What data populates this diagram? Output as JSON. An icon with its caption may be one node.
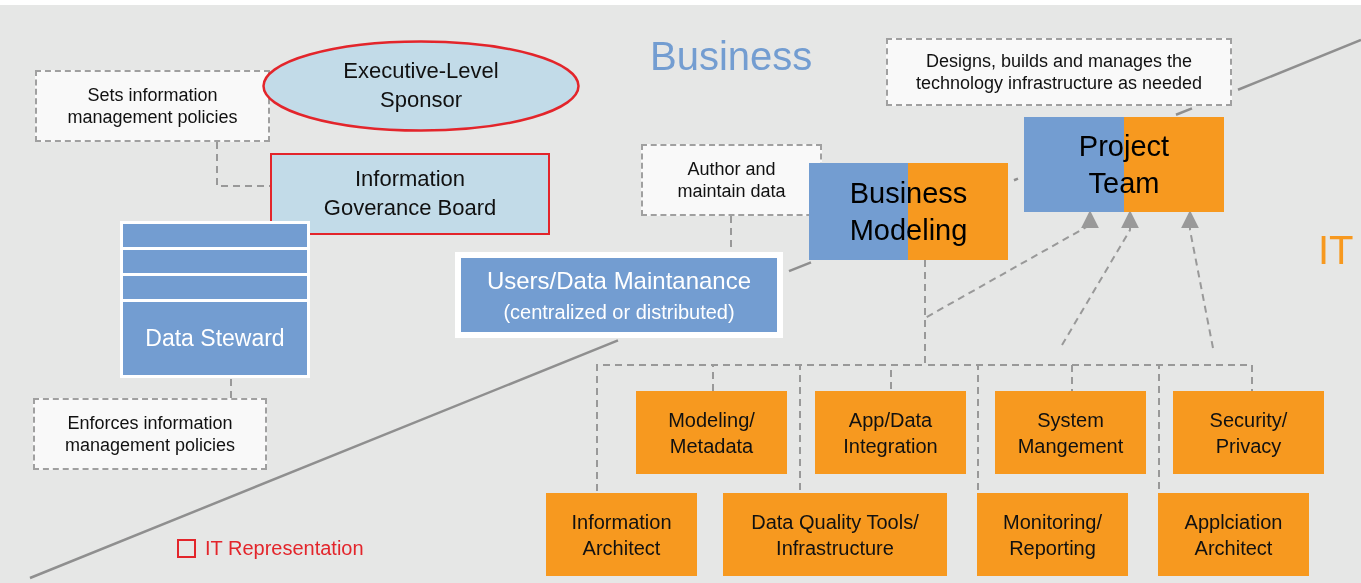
{
  "diagram": {
    "nodes": [
      {
        "text": [
          "Sets information management policies"
        ]
      },
      {
        "text": [
          "Executive-Level Sponsor"
        ]
      },
      {
        "text": [
          "Information Goverance Board"
        ]
      },
      {
        "text": [],
        "shape": "box"
      },
      {
        "text": [],
        "shape": "box"
      },
      {
        "text": [],
        "shape": "box"
      },
      {
        "text": [
          "Data Steward"
        ]
      },
      {
        "text": [
          "Enforces information management policies"
        ]
      },
      {
        "text": [
          "Author and maintain data"
        ]
      },
      {
        "text": [
          "Users/Data Maintanance",
          "(centralized or distributed)"
        ]
      },
      {
        "text": [
          "Business Modeling"
        ]
      },
      {
        "text": [
          "Designs, builds and manages the technology infrastructure as needed"
        ]
      },
      {
        "text": [
          "Project Team"
        ]
      },
      {
        "text": [
          "Modeling/ Metadata"
        ]
      },
      {
        "text": [
          "App/Data Integration"
        ]
      },
      {
        "text": [
          "System Mangement"
        ]
      },
      {
        "text": [
          "Security/ Privacy"
        ]
      },
      {
        "text": [
          "Information Architect"
        ]
      },
      {
        "text": [
          "Data Quality Tools/ Infrastructure"
        ]
      },
      {
        "text": [
          "Monitoring/ Reporting"
        ]
      },
      {
        "text": [
          "Applciation Architect"
        ]
      }
    ],
    "edges": [
      {
        "from": 0,
        "to": 2,
        "arrow": "none",
        "style": "dashed"
      },
      {
        "from": 7,
        "to": 6,
        "arrow": "none",
        "style": "dashed"
      },
      {
        "from": 8,
        "to": 9,
        "arrow": "none",
        "style": "dashed"
      },
      {
        "from": 10,
        "to": 17,
        "arrow": "none",
        "style": "dashed"
      },
      {
        "from": 10,
        "to": 13,
        "arrow": "none",
        "style": "dashed"
      },
      {
        "from": 10,
        "to": 18,
        "arrow": "none",
        "style": "dashed"
      },
      {
        "from": 10,
        "to": 14,
        "arrow": "none",
        "style": "dashed"
      },
      {
        "from": 10,
        "to": 19,
        "arrow": "none",
        "style": "dashed"
      },
      {
        "from": 10,
        "to": 15,
        "arrow": "none",
        "style": "dashed"
      },
      {
        "from": 10,
        "to": 20,
        "arrow": "none",
        "style": "dashed"
      },
      {
        "from": 10,
        "to": 16,
        "arrow": "none",
        "style": "dashed"
      },
      {
        "from": 10,
        "to": 12,
        "arrow": "to",
        "style": "dashed"
      },
      {
        "from": null,
        "to": 12,
        "arrow": "to",
        "style": "dashed"
      },
      {
        "from": null,
        "to": 12,
        "arrow": "to",
        "style": "dashed"
      }
    ],
    "labels": [
      "Business",
      "IT"
    ],
    "legend": [
      {
        "text": "IT Representation"
      }
    ]
  }
}
